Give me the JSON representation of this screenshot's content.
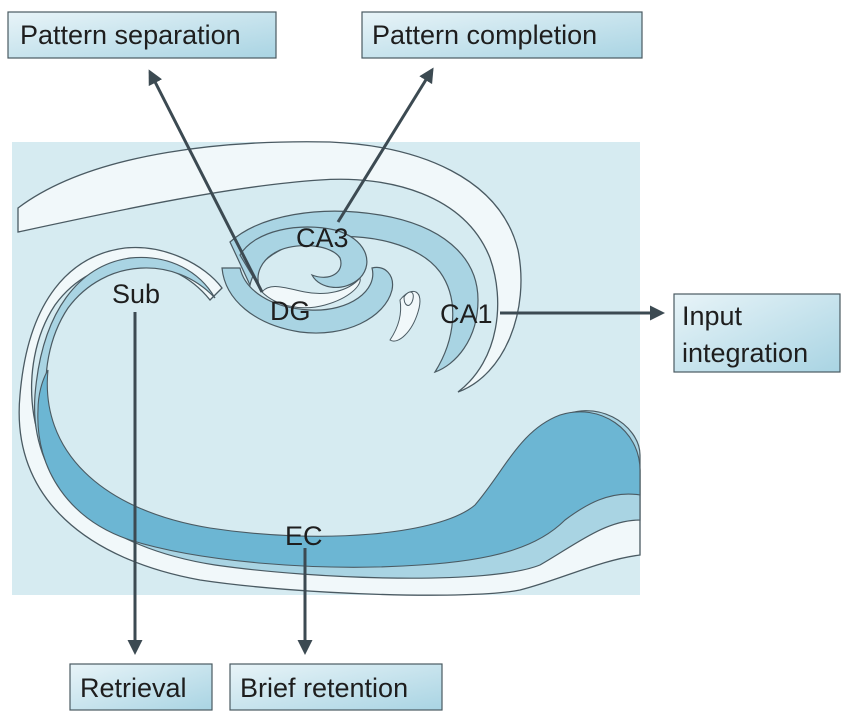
{
  "regions": {
    "ca3": "CA3",
    "dg": "DG",
    "ca1": "CA1",
    "sub": "Sub",
    "ec": "EC"
  },
  "functions": {
    "pattern_separation": "Pattern separation",
    "pattern_completion": "Pattern completion",
    "input_integration_line1": "Input",
    "input_integration_line2": "integration",
    "retrieval": "Retrieval",
    "brief_retention": "Brief retention"
  },
  "colors": {
    "background_panel": "#d6ebf1",
    "tissue_pale": "#f1f8fa",
    "tissue_light": "#a9d4e3",
    "tissue_mid": "#6cb6d3",
    "box_fill": "#bcdfeb",
    "outline": "#4a5a62",
    "arrow": "#3c4a52"
  }
}
